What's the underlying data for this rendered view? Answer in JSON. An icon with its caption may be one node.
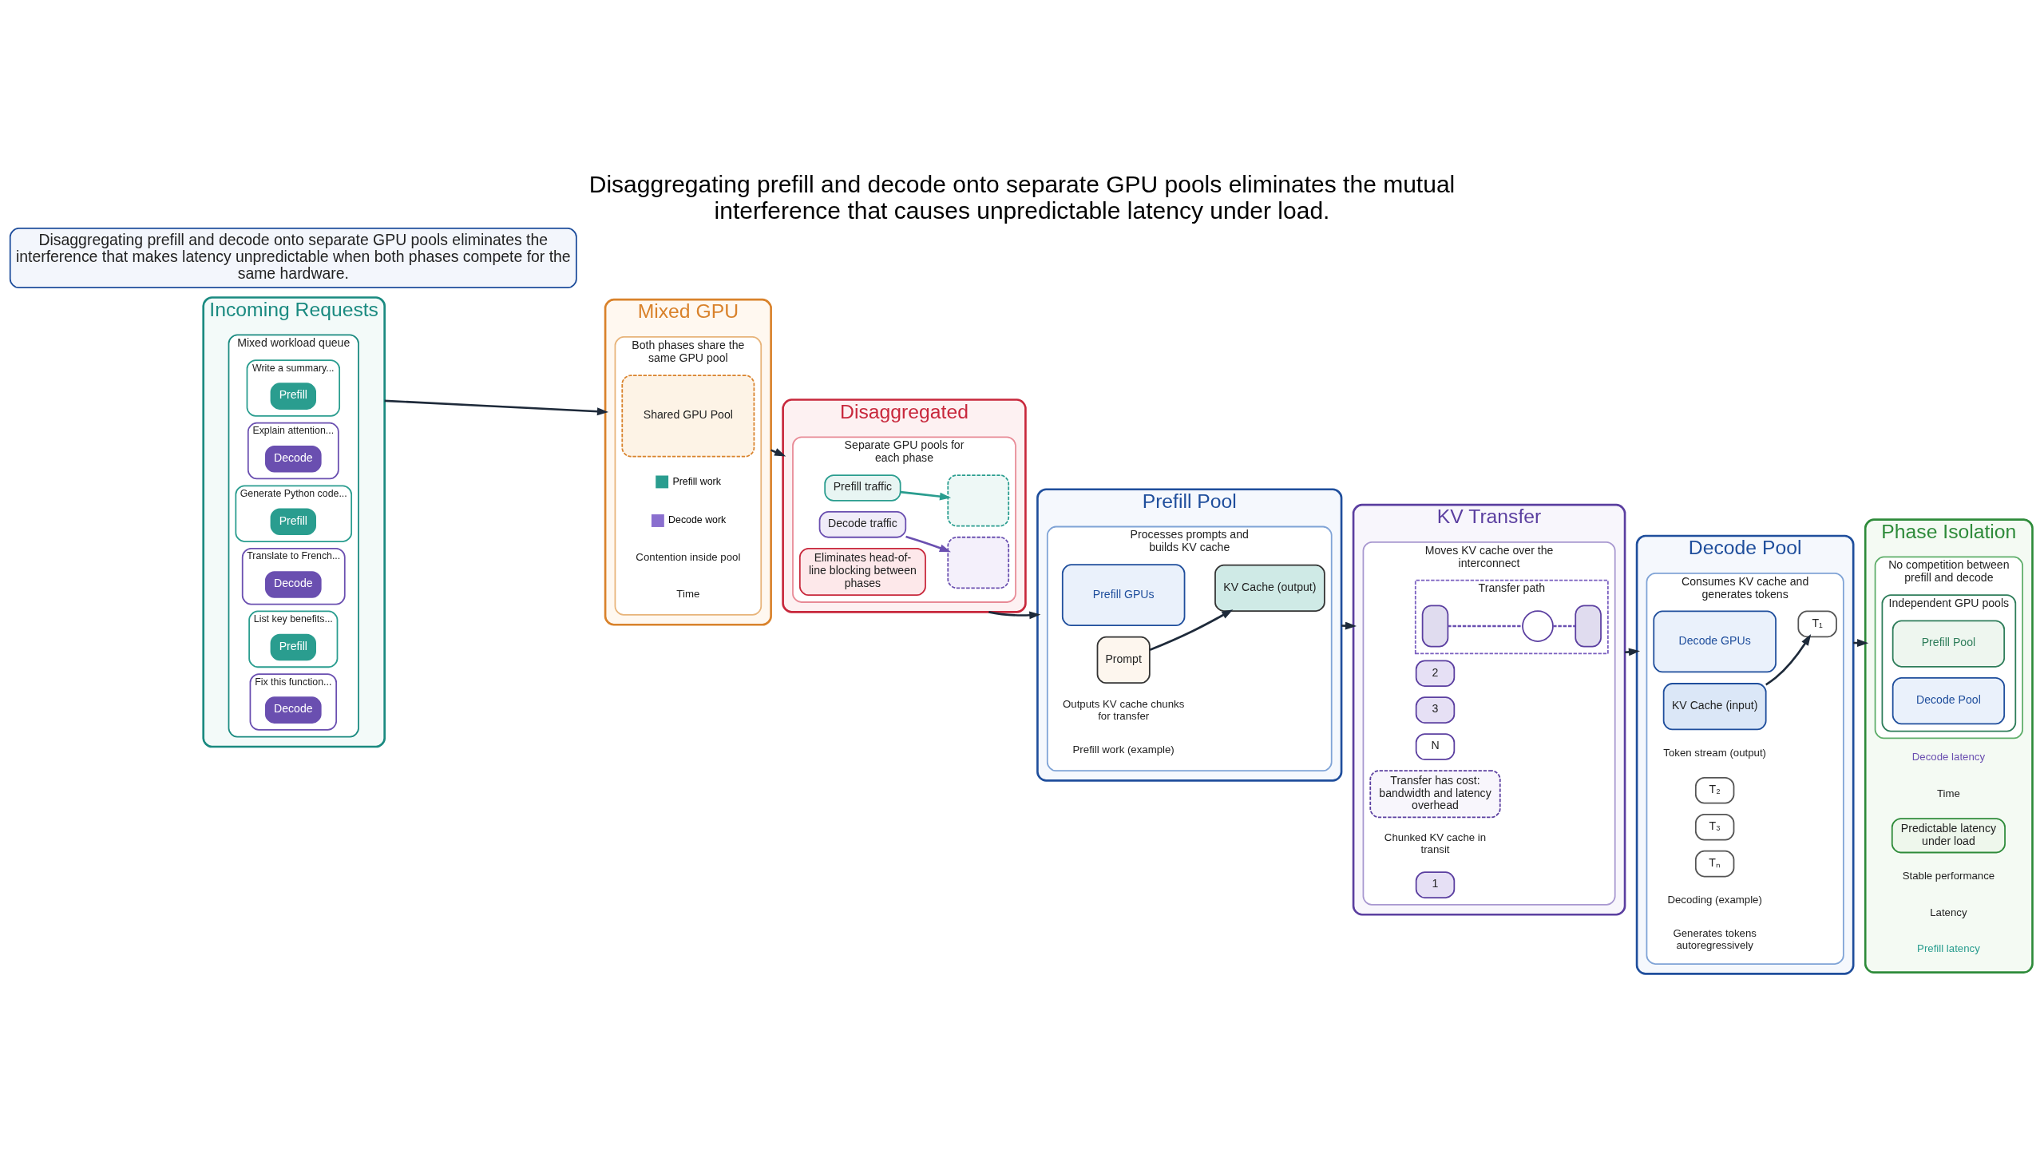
{
  "diagram": {
    "title": "Disaggregating prefill and decode onto separate GPU pools eliminates the mutual interference that causes unpredictable latency under load.",
    "nodes": [
      {
        "text": [
          "Incoming Requests"
        ]
      },
      {
        "text": [
          "Mixed workload queue"
        ],
        "in": 0
      },
      {
        "text": [
          "Write a summary..."
        ],
        "in": 1
      },
      {
        "text": [
          "Prefill"
        ],
        "in": 2
      },
      {
        "text": [
          "Explain attention..."
        ],
        "in": 1
      },
      {
        "text": [
          "Decode"
        ],
        "in": 4
      },
      {
        "text": [
          "Generate Python code..."
        ],
        "in": 1
      },
      {
        "text": [
          "Prefill"
        ],
        "in": 6
      },
      {
        "text": [
          "Translate to French..."
        ],
        "in": 1
      },
      {
        "text": [
          "Decode"
        ],
        "in": 8
      },
      {
        "text": [
          "List key benefits..."
        ],
        "in": 1
      },
      {
        "text": [
          "Prefill"
        ],
        "in": 10
      },
      {
        "text": [
          "Fix this function..."
        ],
        "in": 1
      },
      {
        "text": [
          "Decode"
        ],
        "in": 12
      },
      {
        "text": [
          "Mixed GPU"
        ]
      },
      {
        "text": [
          "Both phases share the same GPU pool"
        ],
        "in": 14
      },
      {
        "text": [
          "Shared GPU Pool"
        ],
        "in": 15
      },
      {
        "text": [
          "Disaggregated"
        ]
      },
      {
        "text": [
          "Separate GPU pools for each phase"
        ],
        "in": 17
      },
      {
        "text": [
          "Prefill traffic"
        ],
        "in": 18
      },
      {
        "text": [],
        "shape": "box",
        "in": 18
      },
      {
        "text": [
          "Decode traffic"
        ],
        "in": 18
      },
      {
        "text": [],
        "shape": "box",
        "in": 18
      },
      {
        "text": [
          "Eliminates head-of-line blocking between phases"
        ],
        "in": 18
      },
      {
        "text": [
          "Prefill Pool"
        ]
      },
      {
        "text": [
          "Processes prompts and builds KV cache"
        ],
        "in": 24
      },
      {
        "text": [
          "Prefill GPUs"
        ],
        "in": 25
      },
      {
        "text": [
          "Prompt"
        ],
        "in": 25
      },
      {
        "text": [
          "KV Cache (output)"
        ],
        "in": 25
      },
      {
        "text": [
          "KV Transfer"
        ]
      },
      {
        "text": [
          "Moves KV cache over the interconnect"
        ],
        "in": 29
      },
      {
        "text": [
          "Transfer path"
        ],
        "in": 30
      },
      {
        "text": [],
        "shape": "box",
        "in": 31
      },
      {
        "text": [],
        "shape": "circle",
        "in": 31
      },
      {
        "text": [],
        "shape": "box",
        "in": 31
      },
      {
        "text": [
          "1"
        ],
        "in": 30
      },
      {
        "text": [
          "2"
        ],
        "in": 30
      },
      {
        "text": [
          "3"
        ],
        "in": 30
      },
      {
        "text": [
          "N"
        ],
        "in": 30
      },
      {
        "text": [
          "Transfer has cost: bandwidth and latency overhead"
        ],
        "in": 30
      },
      {
        "text": [
          "Decode Pool"
        ]
      },
      {
        "text": [
          "Consumes KV cache and generates tokens"
        ],
        "in": 40
      },
      {
        "text": [
          "Decode GPUs"
        ],
        "in": 41
      },
      {
        "text": [
          "KV Cache (input)"
        ],
        "in": 41
      },
      {
        "text": [
          "T₁"
        ],
        "in": 41
      },
      {
        "text": [
          "T₂"
        ],
        "in": 41
      },
      {
        "text": [
          "T₃"
        ],
        "in": 41
      },
      {
        "text": [
          "Tₙ"
        ],
        "in": 41
      },
      {
        "text": [
          "Phase Isolation"
        ]
      },
      {
        "text": [
          "No competition between prefill and decode"
        ],
        "in": 48
      },
      {
        "text": [
          "Independent GPU pools"
        ],
        "in": 49
      },
      {
        "text": [
          "Prefill Pool"
        ],
        "in": 50
      },
      {
        "text": [
          "Decode Pool"
        ],
        "in": 50
      },
      {
        "text": [
          "Predictable latency under load"
        ],
        "in": 48
      },
      {
        "text": [
          "Disaggregating prefill and decode onto separate GPU pools eliminates the interference that makes latency unpredictable when both phases compete for the same hardware."
        ]
      }
    ],
    "edges": [
      {
        "from": 0,
        "to": 14,
        "arrow": "to"
      },
      {
        "from": 14,
        "to": 17,
        "arrow": "to"
      },
      {
        "from": 19,
        "to": 20,
        "arrow": "to",
        "color": "#2a9d8f"
      },
      {
        "from": 21,
        "to": 22,
        "arrow": "to",
        "color": "#6a4fb0"
      },
      {
        "from": 17,
        "to": 24,
        "arrow": "to"
      },
      {
        "from": 27,
        "to": 28,
        "arrow": "to"
      },
      {
        "from": 24,
        "to": 29,
        "arrow": "to"
      },
      {
        "from": 32,
        "to": 33,
        "arrow": "none",
        "style": "dashed",
        "color": "#6a4fb0"
      },
      {
        "from": 33,
        "to": 34,
        "arrow": "none",
        "style": "dashed",
        "color": "#6a4fb0"
      },
      {
        "from": 29,
        "to": 40,
        "arrow": "to"
      },
      {
        "from": 43,
        "to": 44,
        "arrow": "to"
      },
      {
        "from": 40,
        "to": 48,
        "arrow": "to"
      }
    ],
    "labels": [
      "Contention inside pool",
      "Time",
      "Prefill work (example)",
      "Outputs KV cache chunks for transfer",
      "Chunked KV cache in transit",
      "Decoding (example)",
      "Token stream (output)",
      "Generates tokens autoregressively",
      "Stable performance",
      "Latency",
      "Prefill latency",
      "Decode latency",
      "Time"
    ],
    "legend": [
      {
        "text": "Prefill work",
        "color": "#2a9d8f"
      },
      {
        "text": "Decode work",
        "color": "#8a6fcf"
      }
    ]
  }
}
